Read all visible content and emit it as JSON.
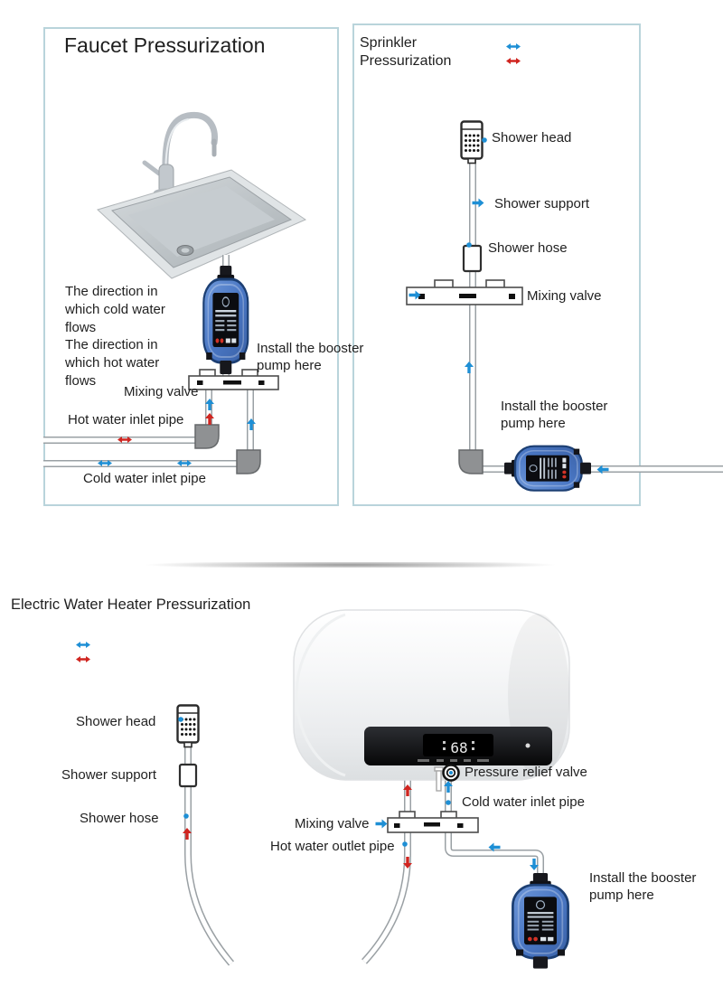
{
  "accent_colors": {
    "box_border": "#b9d4db",
    "flow_cold_blue": "#1e8fd5",
    "flow_hot_red": "#d02520",
    "pipe_outline": "#9aa0a4",
    "pump_body_blue": "#4a77c4",
    "text": "#1f1f1f"
  },
  "faucet_panel": {
    "title": "Faucet Pressurization",
    "direction_cold": "The direction in which cold water flows",
    "direction_hot": "The direction in which hot water flows",
    "install_note": "Install the booster pump here",
    "mixing_valve": "Mixing valve",
    "hot_inlet": "Hot water inlet pipe",
    "cold_inlet": "Cold water inlet pipe"
  },
  "sprinkler_panel": {
    "title": "Sprinkler Pressurization",
    "shower_head": "Shower head",
    "shower_support": "Shower support",
    "shower_hose": "Shower hose",
    "mixing_valve": "Mixing valve",
    "install_note": "Install the booster pump here"
  },
  "heater_section": {
    "title": "Electric Water Heater Pressurization",
    "shower_head": "Shower head",
    "shower_support": "Shower support",
    "shower_hose": "Shower hose",
    "pressure_relief_valve": "Pressure relief valve",
    "cold_inlet": "Cold water inlet pipe",
    "mixing_valve": "Mixing valve",
    "hot_outlet": "Hot water outlet pipe",
    "install_note": "Install the booster pump here",
    "panel_temperature": "68"
  }
}
